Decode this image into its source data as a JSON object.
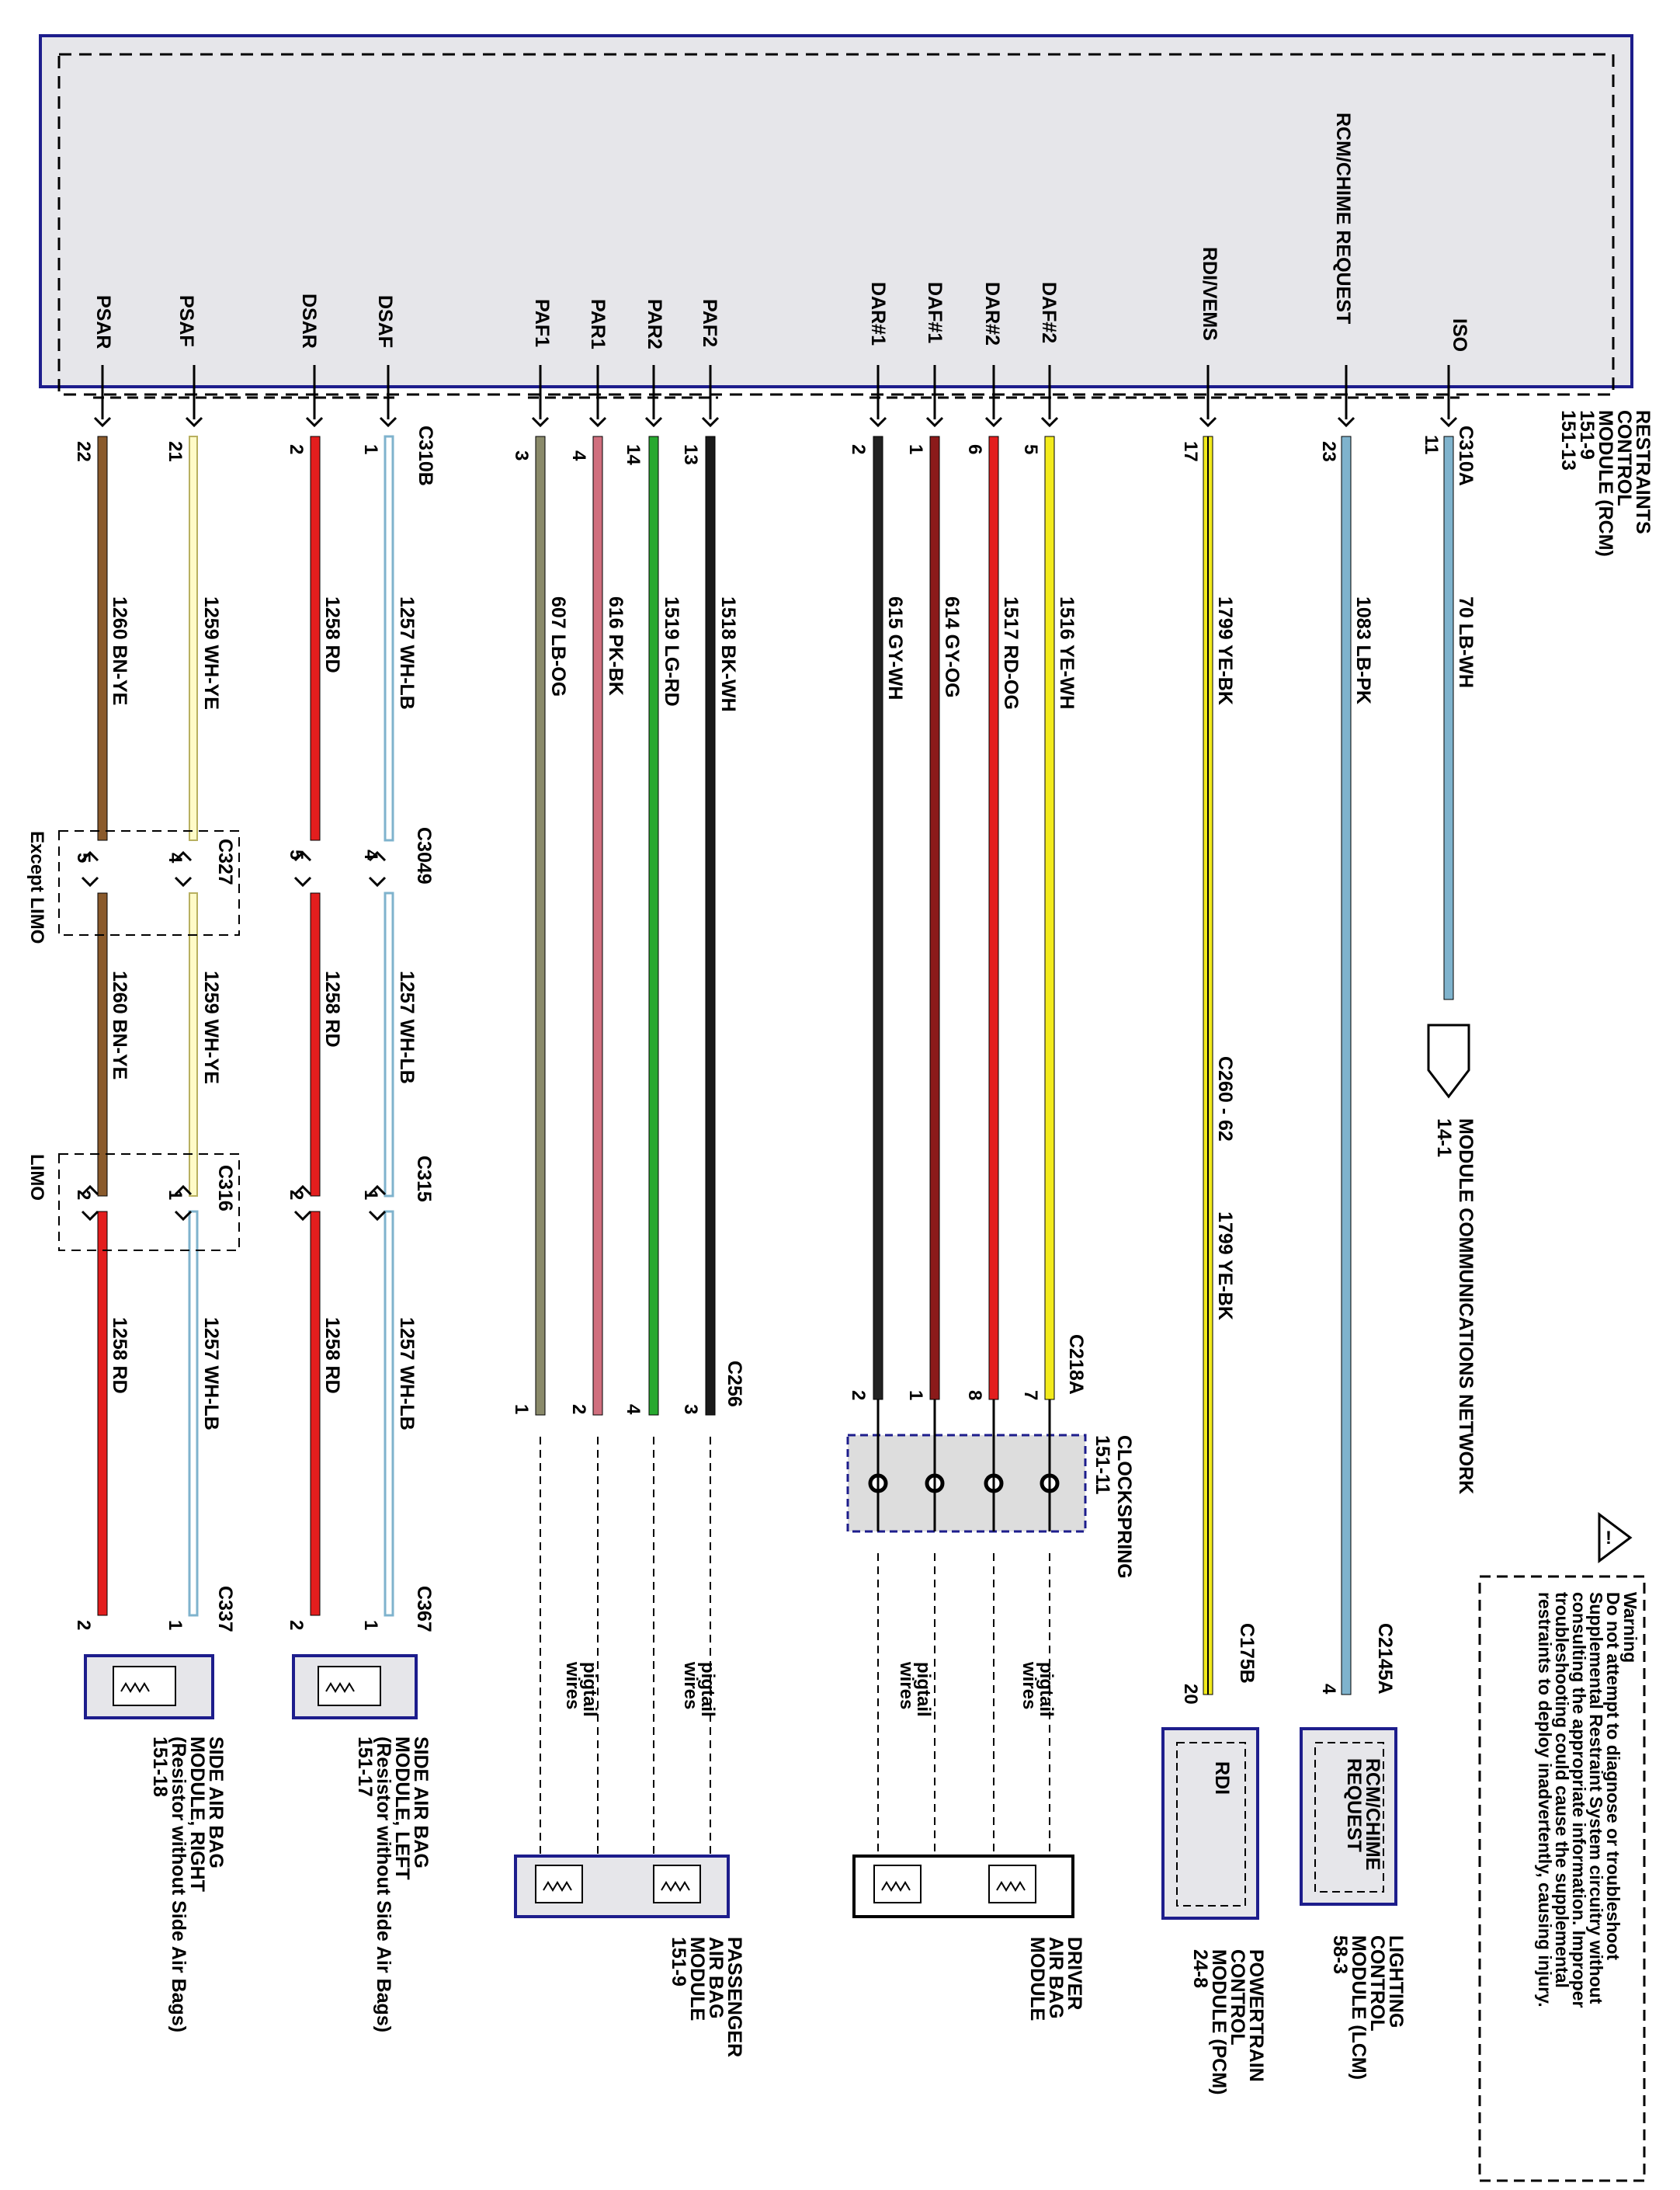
{
  "module_box": {
    "title": [
      "RESTRAINTS",
      "CONTROL",
      "MODULE (RCM)",
      "151-9",
      "151-13"
    ],
    "pins": [
      "ISO",
      "RCM/CHIME REQUEST",
      "RDI/VEMS",
      "DAF#2",
      "DAR#2",
      "DAF#1",
      "DAR#1",
      "PAF2",
      "PAR2",
      "PAR1",
      "PAF1",
      "DSAF",
      "DSAR",
      "PSAF",
      "PSAR"
    ]
  },
  "connectors": {
    "c310a": "C310A",
    "c310b": "C310B",
    "c260": "C260 - 62",
    "c218a": "C218A",
    "c256": "C256",
    "c3049": "C3049",
    "c327": "C327",
    "c315": "C315",
    "c316": "C316",
    "c367": "C367",
    "c337": "C337",
    "c2145a": "C2145A",
    "c175b": "C175B"
  },
  "pin_numbers": {
    "iso": "11",
    "rcm_chime": "23",
    "rdi": "17",
    "daf2": "5",
    "dar2": "6",
    "daf1": "1",
    "dar1": "2",
    "paf2": "13",
    "par2": "14",
    "par1": "4",
    "paf1": "3",
    "dsaf": "1",
    "dsar": "2",
    "psaf": "21",
    "psar": "22",
    "clock_daf2": "7",
    "clock_dar2": "8",
    "clock_daf1": "1",
    "clock_dar1": "2",
    "c256_paf2": "3",
    "c256_par2": "4",
    "c256_par1": "2",
    "c256_paf1": "1",
    "c3049_a": "4",
    "c3049_b": "5",
    "c327_a": "4",
    "c327_b": "5",
    "c315_a": "1",
    "c315_b": "2",
    "c316_a": "1",
    "c316_b": "2",
    "c367_a": "1",
    "c367_b": "2",
    "c337_a": "1",
    "c337_b": "2",
    "c2145a": "4",
    "c175b": "20"
  },
  "wires": {
    "w_iso": "70   LB-WH",
    "w_rcm": "1083   LB-PK",
    "w_rdi_a": "1799   YE-BK",
    "w_rdi_b": "1799   YE-BK",
    "w_daf2": "1516   YE-WH",
    "w_dar2": "1517   RD-OG",
    "w_daf1": "614   GY-OG",
    "w_dar1": "615   GY-WH",
    "w_paf2": "1518   BK-WH",
    "w_par2": "1519   LG-RD",
    "w_par1": "616   PK-BK",
    "w_paf1": "607   LB-OG",
    "w_dsaf_a": "1257   WH-LB",
    "w_dsaf_b": "1257   WH-LB",
    "w_dsaf_c": "1257   WH-LB",
    "w_dsar_a": "1258   RD",
    "w_dsar_b": "1258   RD",
    "w_dsar_c": "1258   RD",
    "w_psaf_a": "1259   WH-YE",
    "w_psaf_b": "1259   WH-YE",
    "w_psaf_c": "1257   WH-LB",
    "w_psar_a": "1260   BN-YE",
    "w_psar_b": "1260   BN-YE",
    "w_psar_c": "1258   RD"
  },
  "labels": {
    "module_comm": "MODULE COMMUNICATIONS NETWORK",
    "module_comm_ref": "14-1",
    "clockspring": "CLOCKSPRING",
    "clockspring_ref": "151-11",
    "pigtail": [
      "pigtail",
      "wires"
    ],
    "except_limo": "Except LIMO",
    "limo": "LIMO",
    "warning_title": "Warning",
    "warning_lines": [
      "Do not attempt to diagnose or troubleshoot",
      "Supplemental Restraint System circuitry without",
      "consulting the appropriate information. Improper",
      "troubleshooting could cause the supplemental",
      "restraints to deploy inadvertently, causing injury."
    ],
    "lcm_inner": [
      "RCM/CHIME",
      "REQUEST"
    ],
    "lcm_label": [
      "LIGHTING",
      "CONTROL",
      "MODULE (LCM)",
      "58-3"
    ],
    "pcm_inner": "RDI",
    "pcm_label": [
      "POWERTRAIN",
      "CONTROL",
      "MODULE (PCM)",
      "24-8"
    ],
    "driver_label": [
      "DRIVER",
      "AIR BAG",
      "MODULE"
    ],
    "passenger_label": [
      "PASSENGER",
      "AIR BAG",
      "MODULE",
      "151-9"
    ],
    "side_left_label": [
      "SIDE AIR BAG",
      "MODULE, LEFT",
      "(Resistor without Side Air Bags)",
      "151-17"
    ],
    "side_right_label": [
      "SIDE AIR BAG",
      "MODULE, RIGHT",
      "(Resistor without Side Air Bags)",
      "151-18"
    ]
  },
  "colors": {
    "module_fill": "#e6e6ea",
    "module_border": "#1d1d8c",
    "LB": "#7fb3cd",
    "YE": "#f2ea1c",
    "RD": "#e31e1e",
    "BK": "#111111",
    "GY": "#9a9a9a",
    "LG": "#27a82f",
    "PK": "#e49aa6",
    "BN": "#8a5a2b",
    "WH": "#ffffff",
    "OG": "#f08a24"
  }
}
